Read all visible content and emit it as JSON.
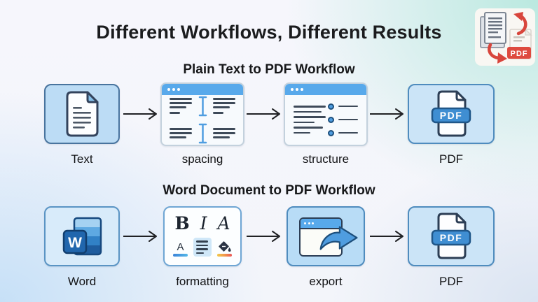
{
  "title": {
    "text": "Different Workflows, Different Results"
  },
  "logo": {
    "name": "document-to-pdf-converter",
    "pdf_label": "PDF"
  },
  "workflows": [
    {
      "heading": "Plain Text to PDF Workflow",
      "steps": [
        {
          "label": "Text",
          "icon": "text-document-icon"
        },
        {
          "label": "spacing",
          "icon": "spacing-window-icon"
        },
        {
          "label": "structure",
          "icon": "structure-window-icon"
        },
        {
          "label": "PDF",
          "icon": "pdf-file-icon",
          "badge": "PDF"
        }
      ]
    },
    {
      "heading": "Word Document to PDF Workflow",
      "steps": [
        {
          "label": "Word",
          "icon": "word-icon",
          "glyph": "W"
        },
        {
          "label": "formatting",
          "icon": "formatting-icon",
          "glyphs": {
            "bold": "B",
            "italic": "I",
            "font": "A",
            "underline": "A"
          }
        },
        {
          "label": "export",
          "icon": "export-window-icon"
        },
        {
          "label": "PDF",
          "icon": "pdf-file-icon",
          "badge": "PDF"
        }
      ]
    }
  ],
  "colors": {
    "accent_blue": "#4f9de0",
    "titlebar_blue": "#58a9eb",
    "badge_blue": "#3f8ed2",
    "box_fill_blue": "#bcdcf5",
    "logo_red": "#d8453c",
    "text_dark": "#1b1c1e",
    "bg_cyan": "#b7e8de",
    "bg_blue": "#c4dff7"
  }
}
